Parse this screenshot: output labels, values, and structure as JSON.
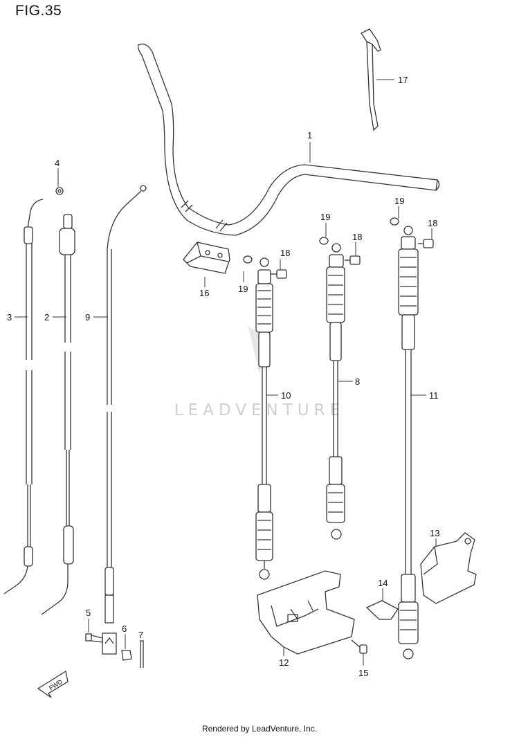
{
  "figure": {
    "title": "FIG.35"
  },
  "watermark": {
    "text": "LEADVENTURE"
  },
  "footer": {
    "text": "Rendered by LeadVenture, Inc."
  },
  "direction_marker": {
    "text": "FWD",
    "icon": "fwd-arrow-icon"
  },
  "callouts": {
    "p1": "1",
    "p2": "2",
    "p3": "3",
    "p4": "4",
    "p5": "5",
    "p6": "6",
    "p7": "7",
    "p8": "8",
    "p9": "9",
    "p10": "10",
    "p11": "11",
    "p12": "12",
    "p13": "13",
    "p14": "14",
    "p15": "15",
    "p16": "16",
    "p17": "17",
    "p18a": "18",
    "p18b": "18",
    "p18c": "18",
    "p19a": "19",
    "p19b": "19",
    "p19c": "19"
  }
}
